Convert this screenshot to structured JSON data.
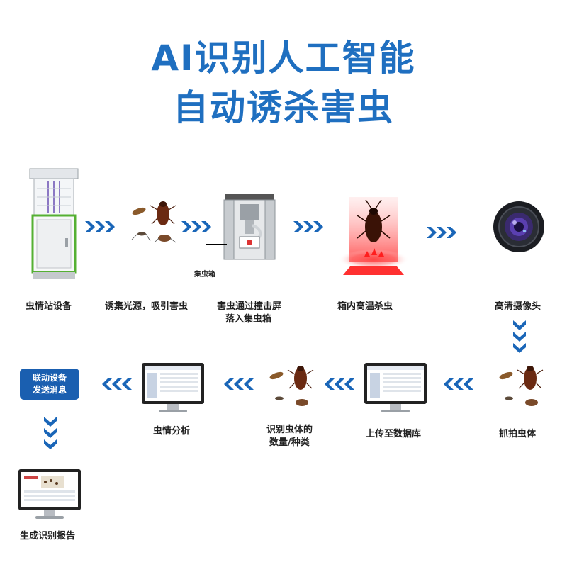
{
  "title_line1": "AI识别人工智能",
  "title_line2": "自动诱杀害虫",
  "steps": {
    "station": "虫情站设备",
    "lure": "诱集光源，吸引害虫",
    "fall_line1": "害虫通过撞击屏",
    "fall_line2": "落入集虫箱",
    "collector_tag": "集虫箱",
    "heat": "箱内高温杀虫",
    "camera": "高清摄像头",
    "capture": "抓拍虫体",
    "upload": "上传至数据库",
    "identify_line1": "识别虫体的",
    "identify_line2": "数量/种类",
    "analysis": "虫情分析",
    "linkage_line1": "联动设备",
    "linkage_line2": "发送消息",
    "report": "生成识别报告"
  },
  "colors": {
    "title": "#1f6fc0",
    "arrow": "#1a66b8",
    "badge": "#1a5fb0",
    "heat_glow": "#ff2a2a"
  },
  "icons": [
    "insect-station-icon",
    "insects-icon",
    "collector-box-icon",
    "heated-cockroach-icon",
    "camera-lens-icon",
    "monitor-icon",
    "monitor-report-icon"
  ]
}
